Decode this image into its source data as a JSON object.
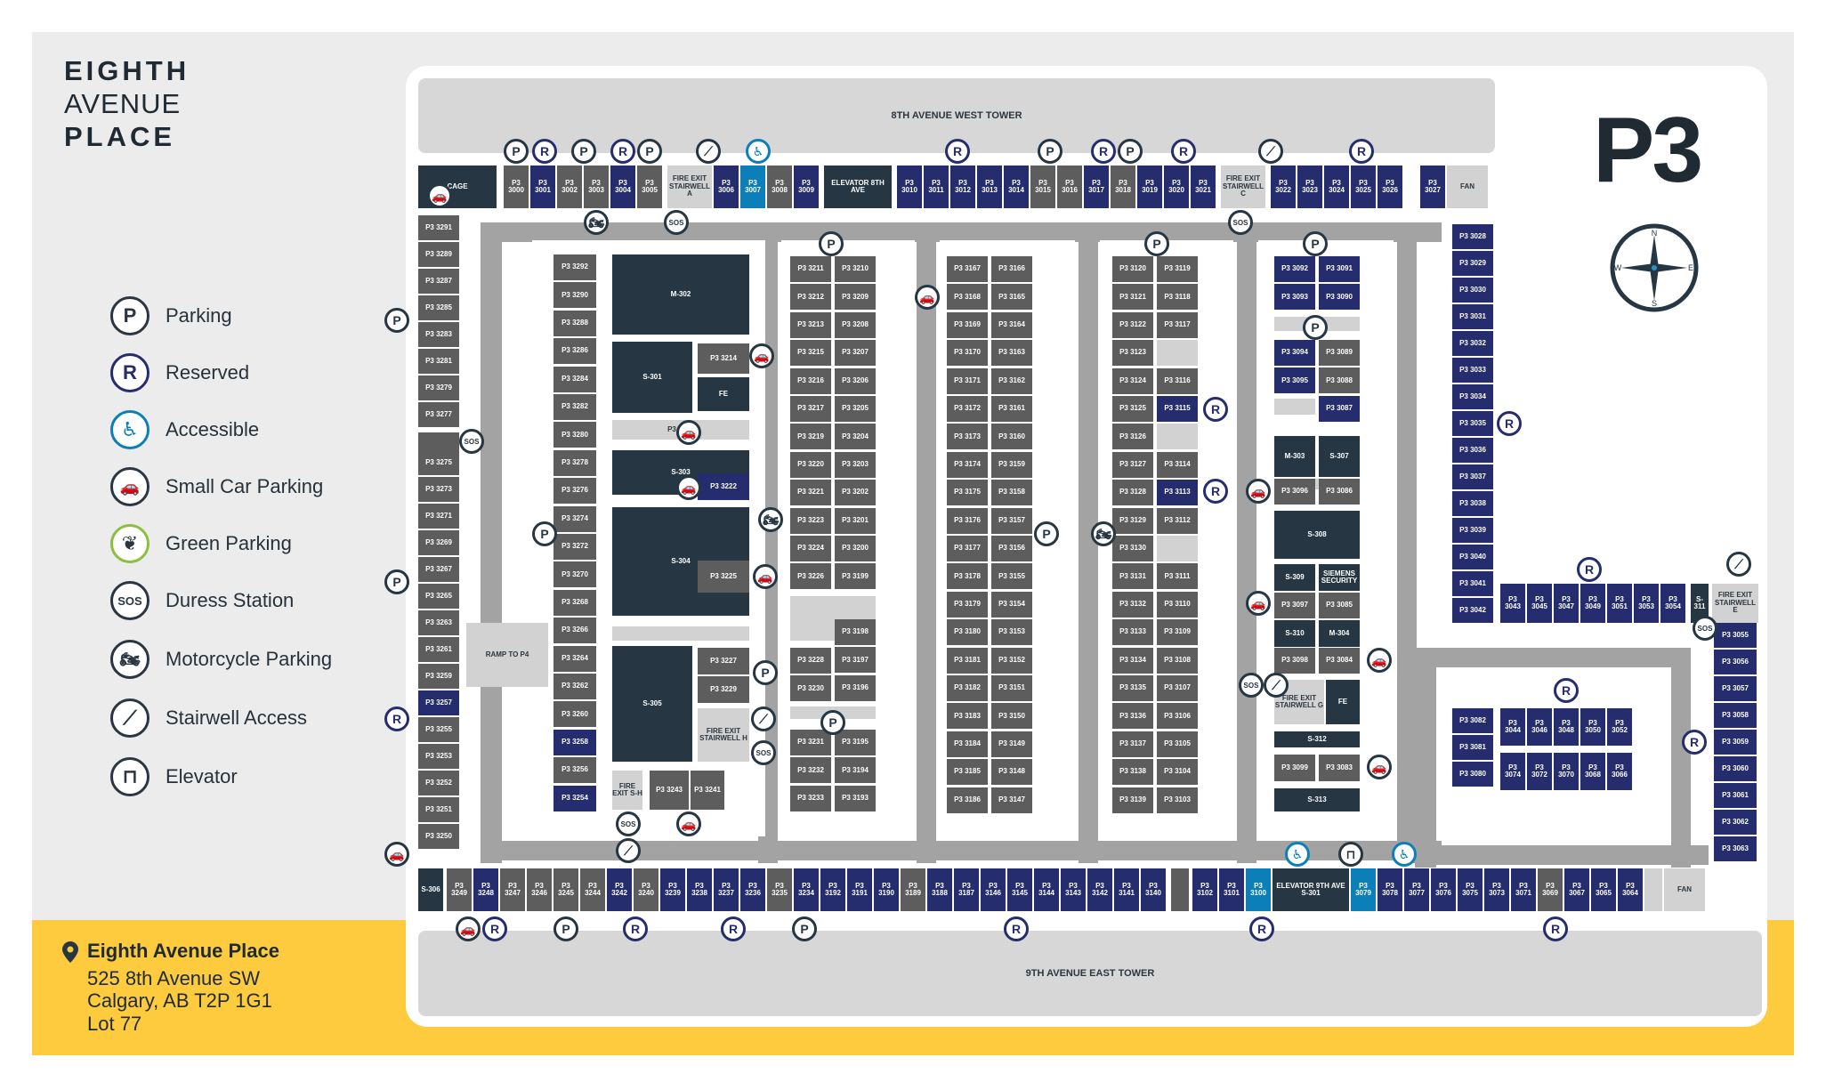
{
  "brand": {
    "line1": "EIGHTH",
    "line2": "AVENUE",
    "line3": "PLACE"
  },
  "level_label": "P3",
  "legend": [
    {
      "icon": "P",
      "label": "Parking"
    },
    {
      "icon": "R",
      "label": "Reserved"
    },
    {
      "icon": "♿",
      "label": "Accessible"
    },
    {
      "icon": "🚗",
      "label": "Small Car Parking"
    },
    {
      "icon": "❦",
      "label": "Green Parking"
    },
    {
      "icon": "SOS",
      "label": "Duress Station"
    },
    {
      "icon": "🏍",
      "label": "Motorcycle Parking"
    },
    {
      "icon": "⟋",
      "label": "Stairwell Access"
    },
    {
      "icon": "⊓",
      "label": "Elevator"
    }
  ],
  "address": {
    "name": "Eighth Avenue Place",
    "street": "525 8th Avenue SW",
    "city": "Calgary, AB T2P 1G1",
    "lot": "Lot 77"
  },
  "towers": {
    "west": "8TH AVENUE WEST TOWER",
    "east": "9TH AVENUE EAST TOWER"
  },
  "compass": {
    "n": "N",
    "s": "S",
    "e": "E",
    "w": "W"
  },
  "colors": {
    "stall": "#5d5d5d",
    "reserved": "#262d6e",
    "accessible": "#0d7fb8",
    "dark": "#263642",
    "light": "#d2d2d2",
    "yellow": "#fdcb3d"
  },
  "top_row": [
    {
      "t": "P3 3000",
      "k": "gray"
    },
    {
      "t": "P3 3001",
      "k": "navy"
    },
    {
      "t": "P3 3002",
      "k": "gray"
    },
    {
      "t": "P3 3003",
      "k": "gray"
    },
    {
      "t": "P3 3004",
      "k": "navy"
    },
    {
      "t": "P3 3005",
      "k": "gray"
    },
    {
      "t": "FIRE EXIT STAIRWELL A",
      "k": "light"
    },
    {
      "t": "P3 3006",
      "k": "navy"
    },
    {
      "t": "P3 3007",
      "k": "blue"
    },
    {
      "t": "P3 3008",
      "k": "gray"
    },
    {
      "t": "P3 3009",
      "k": "navy"
    },
    {
      "t": "ELEVATOR 8TH AVE",
      "k": "dark"
    },
    {
      "t": "P3 3010",
      "k": "navy"
    },
    {
      "t": "P3 3011",
      "k": "navy"
    },
    {
      "t": "P3 3012",
      "k": "navy"
    },
    {
      "t": "P3 3013",
      "k": "navy"
    },
    {
      "t": "P3 3014",
      "k": "navy"
    },
    {
      "t": "P3 3015",
      "k": "gray"
    },
    {
      "t": "P3 3016",
      "k": "gray"
    },
    {
      "t": "P3 3017",
      "k": "navy"
    },
    {
      "t": "P3 3018",
      "k": "gray"
    },
    {
      "t": "P3 3019",
      "k": "navy"
    },
    {
      "t": "P3 3020",
      "k": "navy"
    },
    {
      "t": "P3 3021",
      "k": "navy"
    },
    {
      "t": "FIRE EXIT STAIRWELL C",
      "k": "light"
    },
    {
      "t": "P3 3022",
      "k": "navy"
    },
    {
      "t": "P3 3023",
      "k": "navy"
    },
    {
      "t": "P3 3024",
      "k": "navy"
    },
    {
      "t": "P3 3025",
      "k": "navy"
    },
    {
      "t": "P3 3026",
      "k": "navy"
    },
    {
      "t": "P3 3027",
      "k": "navy"
    },
    {
      "t": "FAN",
      "k": "light"
    }
  ],
  "bottom_row": [
    {
      "t": "S-306",
      "k": "dark"
    },
    {
      "t": "P3 3249",
      "k": "gray"
    },
    {
      "t": "P3 3248",
      "k": "navy"
    },
    {
      "t": "P3 3247",
      "k": "gray"
    },
    {
      "t": "P3 3246",
      "k": "gray"
    },
    {
      "t": "P3 3245",
      "k": "gray"
    },
    {
      "t": "P3 3244",
      "k": "gray"
    },
    {
      "t": "P3 3242",
      "k": "navy"
    },
    {
      "t": "P3 3240",
      "k": "gray"
    },
    {
      "t": "P3 3239",
      "k": "navy"
    },
    {
      "t": "P3 3238",
      "k": "navy"
    },
    {
      "t": "P3 3237",
      "k": "navy"
    },
    {
      "t": "P3 3236",
      "k": "navy"
    },
    {
      "t": "P3 3235",
      "k": "gray"
    },
    {
      "t": "P3 3234",
      "k": "navy"
    },
    {
      "t": "P3 3192",
      "k": "navy"
    },
    {
      "t": "P3 3191",
      "k": "navy"
    },
    {
      "t": "P3 3190",
      "k": "navy"
    },
    {
      "t": "P3 3189",
      "k": "gray"
    },
    {
      "t": "P3 3188",
      "k": "navy"
    },
    {
      "t": "P3 3187",
      "k": "navy"
    },
    {
      "t": "P3 3146",
      "k": "navy"
    },
    {
      "t": "P3 3145",
      "k": "navy"
    },
    {
      "t": "P3 3144",
      "k": "navy"
    },
    {
      "t": "P3 3143",
      "k": "navy"
    },
    {
      "t": "P3 3142",
      "k": "navy"
    },
    {
      "t": "P3 3141",
      "k": "navy"
    },
    {
      "t": "P3 3140",
      "k": "navy"
    },
    {
      "t": "",
      "k": "gray"
    },
    {
      "t": "P3 3102",
      "k": "navy"
    },
    {
      "t": "P3 3101",
      "k": "navy"
    },
    {
      "t": "P3 3100",
      "k": "blue"
    },
    {
      "t": "ELEVATOR 9TH AVE S-301",
      "k": "dark"
    },
    {
      "t": "P3 3079",
      "k": "blue"
    },
    {
      "t": "P3 3078",
      "k": "navy"
    },
    {
      "t": "P3 3077",
      "k": "navy"
    },
    {
      "t": "P3 3076",
      "k": "navy"
    },
    {
      "t": "P3 3075",
      "k": "navy"
    },
    {
      "t": "P3 3073",
      "k": "navy"
    },
    {
      "t": "P3 3071",
      "k": "navy"
    },
    {
      "t": "P3 3069",
      "k": "gray"
    },
    {
      "t": "P3 3067",
      "k": "navy"
    },
    {
      "t": "P3 3065",
      "k": "navy"
    },
    {
      "t": "P3 3064",
      "k": "navy"
    },
    {
      "t": "",
      "k": "light"
    },
    {
      "t": "FAN",
      "k": "light"
    }
  ],
  "left_col": [
    "P3 3291",
    "P3 3289",
    "P3 3287",
    "P3 3285",
    "P3 3283",
    "P3 3281",
    "P3 3279",
    "P3 3277",
    "P3 3275",
    "P3 3273",
    "P3 3271",
    "P3 3269",
    "P3 3267",
    "P3 3265",
    "P3 3263",
    "P3 3261",
    "P3 3259",
    "P3 3257",
    "P3 3255",
    "P3 3253",
    "P3 3252",
    "P3 3251",
    "P3 3250"
  ],
  "left_col_navy": [
    "P3 3257"
  ],
  "col_a": [
    "P3 3292",
    "P3 3290",
    "P3 3288",
    "P3 3286",
    "P3 3284",
    "P3 3282",
    "P3 3280",
    "P3 3278",
    "P3 3276",
    "P3 3274",
    "P3 3272",
    "P3 3270",
    "P3 3268",
    "P3 3266",
    "P3 3264",
    "P3 3262",
    "P3 3260",
    "P3 3258",
    "P3 3256",
    "P3 3254"
  ],
  "col_a_navy": [
    "P3 3258",
    "P3 3254"
  ],
  "col_b_l": [
    "P3 3211",
    "P3 3212",
    "P3 3213",
    "P3 3215",
    "P3 3216",
    "P3 3217",
    "P3 3219",
    "P3 3220",
    "P3 3221",
    "P3 3223",
    "P3 3224",
    "P3 3226"
  ],
  "col_b_r": [
    "P3 3210",
    "P3 3209",
    "P3 3208",
    "P3 3207",
    "P3 3206",
    "P3 3205",
    "P3 3204",
    "P3 3203",
    "P3 3202",
    "P3 3201",
    "P3 3200",
    "P3 3199"
  ],
  "col_b2_l": [
    "P3 3228",
    "P3 3230"
  ],
  "col_b2_r": [
    "P3 3198",
    "P3 3197",
    "P3 3196"
  ],
  "col_b3_l": [
    "P3 3231",
    "P3 3232",
    "P3 3233"
  ],
  "col_b3_r": [
    "P3 3195",
    "P3 3194",
    "P3 3193"
  ],
  "col_c_l": [
    "P3 3167",
    "P3 3168",
    "P3 3169",
    "P3 3170",
    "P3 3171",
    "P3 3172",
    "P3 3173",
    "P3 3174",
    "P3 3175",
    "P3 3176",
    "P3 3177",
    "P3 3178",
    "P3 3179",
    "P3 3180",
    "P3 3181",
    "P3 3182",
    "P3 3183",
    "P3 3184",
    "P3 3185",
    "P3 3186"
  ],
  "col_c_r": [
    "P3 3166",
    "P3 3165",
    "P3 3164",
    "P3 3163",
    "P3 3162",
    "P3 3161",
    "P3 3160",
    "P3 3159",
    "P3 3158",
    "P3 3157",
    "P3 3156",
    "P3 3155",
    "P3 3154",
    "P3 3153",
    "P3 3152",
    "P3 3151",
    "P3 3150",
    "P3 3149",
    "P3 3148",
    "P3 3147"
  ],
  "col_d_l": [
    "P3 3120",
    "P3 3121",
    "P3 3122",
    "P3 3123",
    "P3 3124",
    "P3 3125",
    "P3 3126",
    "P3 3127",
    "P3 3128",
    "P3 3129",
    "P3 3130",
    "P3 3131",
    "P3 3132",
    "P3 3133",
    "P3 3134",
    "P3 3135",
    "P3 3136",
    "P3 3137",
    "P3 3138",
    "P3 3139"
  ],
  "col_d_r": [
    "P3 3119",
    "P3 3118",
    "P3 3117",
    "",
    "P3 3116",
    "P3 3115",
    "",
    "P3 3114",
    "P3 3113",
    "P3 3112",
    "",
    "P3 3111",
    "P3 3110",
    "P3 3109",
    "P3 3108",
    "P3 3107",
    "P3 3106",
    "P3 3105",
    "P3 3104",
    "P3 3103"
  ],
  "col_d_navy": [
    "P3 3115",
    "P3 3113"
  ],
  "right_col": [
    "P3 3028",
    "P3 3029",
    "P3 3030",
    "P3 3031",
    "P3 3032",
    "P3 3033",
    "P3 3034",
    "P3 3035",
    "P3 3036",
    "P3 3037",
    "P3 3038",
    "P3 3039",
    "P3 3040",
    "P3 3041",
    "P3 3042"
  ],
  "mid_row": [
    "P3 3043",
    "P3 3045",
    "P3 3047",
    "P3 3049",
    "P3 3051",
    "P3 3053",
    "P3 3054"
  ],
  "far_right_col": [
    "P3 3055",
    "P3 3056",
    "P3 3057",
    "P3 3058",
    "P3 3059",
    "P3 3060",
    "P3 3061",
    "P3 3062",
    "P3 3063"
  ],
  "inner_top": [
    "P3 3044",
    "P3 3046",
    "P3 3048",
    "P3 3050",
    "P3 3052"
  ],
  "inner_bot": [
    "P3 3074",
    "P3 3072",
    "P3 3070",
    "P3 3068",
    "P3 3066"
  ],
  "inner_left": [
    "P3 3082",
    "P3 3081",
    "P3 3080"
  ],
  "e_col_l": [
    "P3 3092",
    "P3 3093"
  ],
  "e_col_r": [
    "P3 3091",
    "P3 3090"
  ],
  "e2_l": [
    "P3 3094",
    "P3 3095"
  ],
  "e2_r": [
    "P3 3089",
    "P3 3088",
    "P3 3087"
  ],
  "e3": [
    "P3 3096",
    "P3 3086"
  ],
  "e4": [
    "P3 3097",
    "P3 3085"
  ],
  "e5": [
    "P3 3098",
    "P3 3084"
  ],
  "e6": [
    "P3 3099",
    "P3 3083"
  ],
  "rooms": {
    "m302": "M-302",
    "s301": "S-301",
    "s303": "S-303",
    "s304": "S-304",
    "s305": "S-305",
    "fe": "FE",
    "p3214": "P3 3214",
    "p3218": "P3 3218",
    "p3222": "P3 3222",
    "p3225": "P3 3225",
    "p3227": "P3 3227",
    "p3229": "P3 3229",
    "fireh": "FIRE EXIT STAIRWELL H",
    "firesh": "FIRE EXIT S-H",
    "p3243": "P3 3243",
    "p3241": "P3 3241",
    "ramp": "RAMP TO P4",
    "cage": "CAGE",
    "m303": "M-303",
    "s307": "S-307",
    "s308": "S-308",
    "s309": "S-309",
    "siemens": "SIEMENS SECURITY",
    "s310": "S-310",
    "m304": "M-304",
    "fireg": "FIRE EXIT STAIRWELL G",
    "fe2": "FE",
    "s312": "S-312",
    "s313": "S-313",
    "s311": "S-311",
    "firee": "FIRE EXIT STAIRWELL E"
  }
}
